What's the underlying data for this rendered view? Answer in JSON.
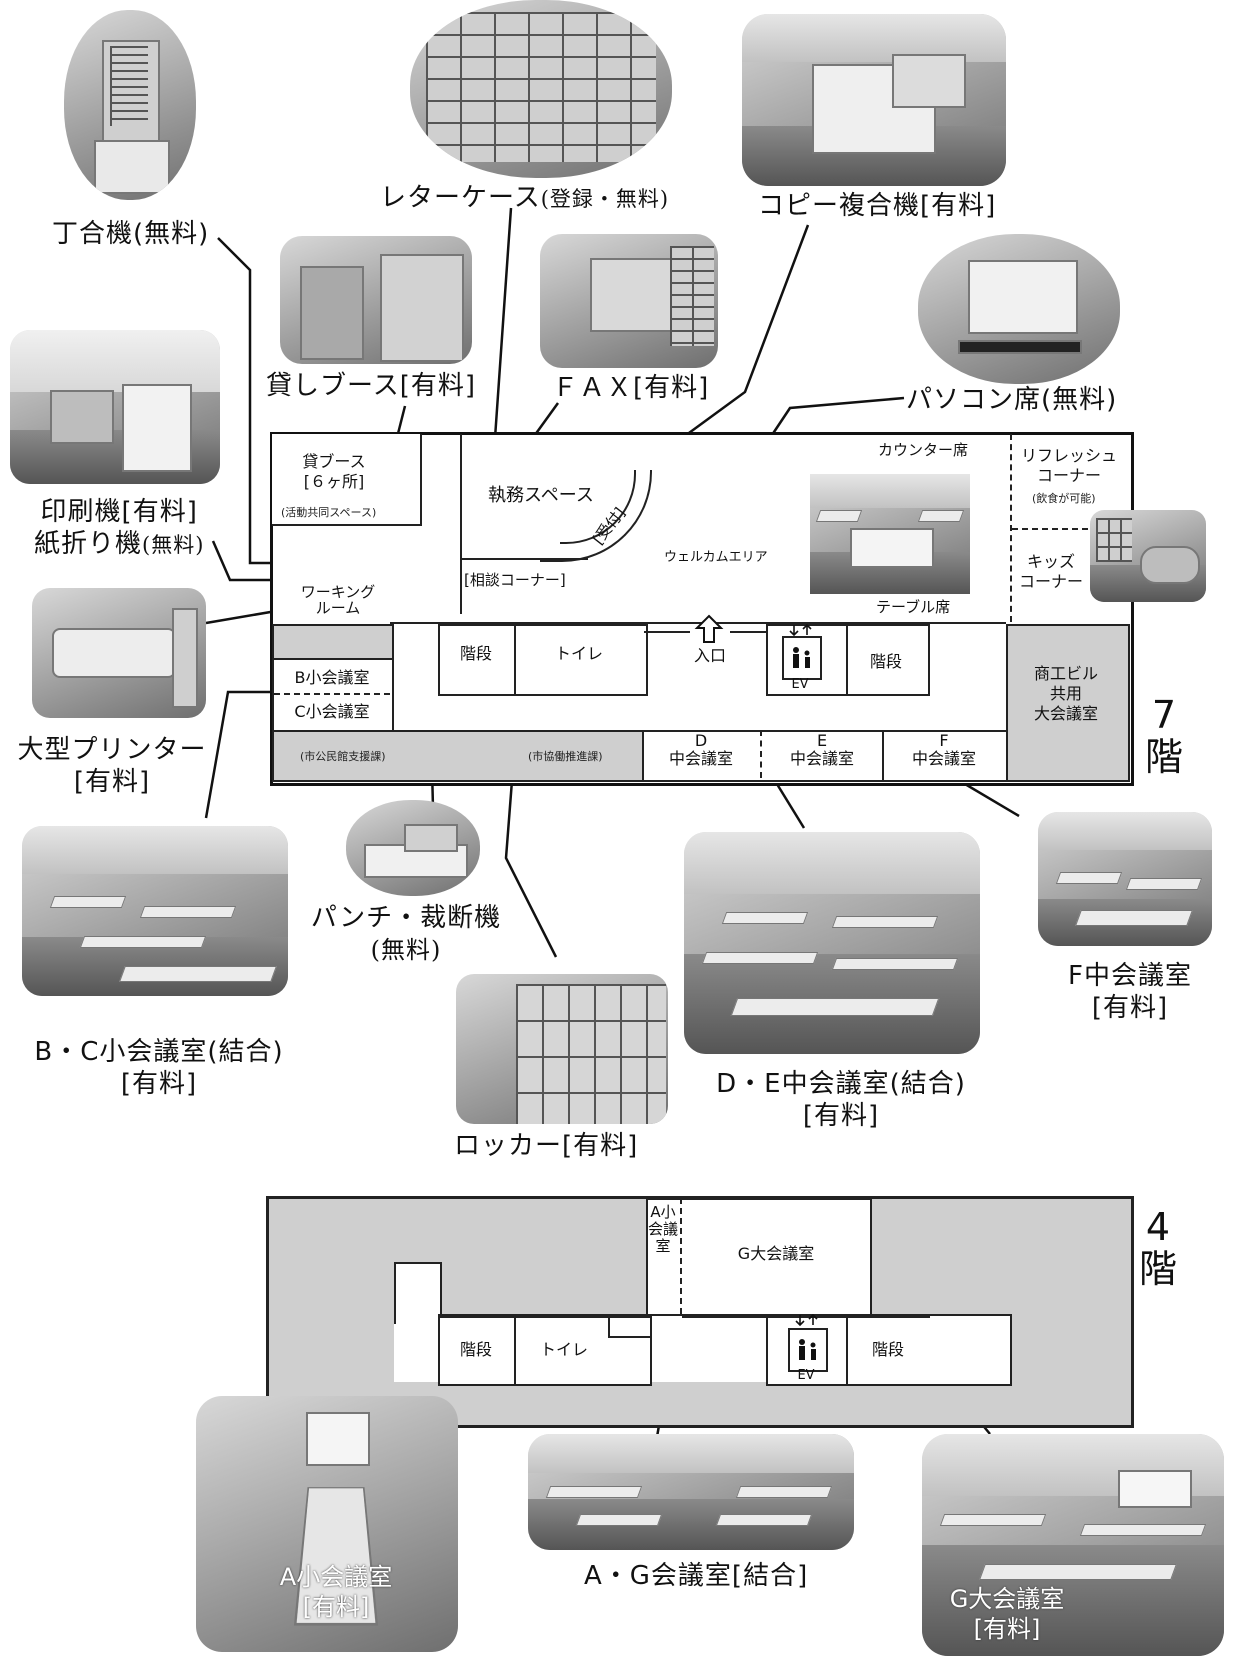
{
  "labels": {
    "chogoki": "丁合機(無料)",
    "letter_case_main": "レターケース",
    "letter_case_note": "(登録・無料)",
    "copy": "コピー複合機[有料]",
    "booth": "貸しブース[有料]",
    "fax": "ＦＡＸ[有料]",
    "pc": "パソコン席(無料)",
    "print_1": "印刷機[有料]",
    "print_2_main": "紙折り機",
    "print_2_note": "(無料)",
    "large_printer_1": "大型プリンター",
    "large_printer_2": "[有料]",
    "bc_1": "B・C小会議室(結合)",
    "bc_2": "[有料]",
    "punch_1": "パンチ・裁断機",
    "punch_2": "(無料)",
    "locker": "ロッカー[有料]",
    "de_1": "D・E中会議室(結合)",
    "de_2": "[有料]",
    "f_1": "F中会議室",
    "f_2": "[有料]",
    "ag": "A・G会議室[結合]",
    "a_photo_1": "A小会議室",
    "a_photo_2": "[有料]",
    "g_photo_1": "G大会議室",
    "g_photo_2": "[有料]"
  },
  "floor7": {
    "floor_number": "7",
    "floor_suffix": "階",
    "booth_room_1": "貸ブース",
    "booth_room_2": "[６ヶ所]",
    "booth_room_3": "(活動共同スペース)",
    "office": "執務スペース",
    "reception": "[受付]",
    "consult": "[相談コーナー]",
    "welcome": "ウェルカムエリア",
    "counter": "カウンター席",
    "table": "テーブル席",
    "refresh_1": "リフレッシュ",
    "refresh_2": "コーナー",
    "refresh_3": "(飲食が可能)",
    "kids_1": "キッズ",
    "kids_2": "コーナー",
    "working_1": "ワーキング",
    "working_2": "ルーム",
    "stairs_left": "階段",
    "toilet": "トイレ",
    "entrance": "入口",
    "ev": "EV",
    "stairs_right": "階段",
    "b_room": "B小会議室",
    "c_room": "C小会議室",
    "shoko_1": "商工ビル",
    "shoko_2": "共用",
    "shoko_3": "大会議室",
    "kominkan": "(市公民館支援課)",
    "kyodo": "(市協働推進課)",
    "d_letter": "D",
    "d_room": "中会議室",
    "e_letter": "E",
    "e_room": "中会議室",
    "f_letter": "F",
    "f_room": "中会議室"
  },
  "floor4": {
    "floor_number": "4",
    "floor_suffix": "階",
    "a_room": "A小会議室",
    "g_room": "G大会議室",
    "stairs_left": "階段",
    "toilet": "トイレ",
    "ev": "EV",
    "stairs_right": "階段"
  }
}
